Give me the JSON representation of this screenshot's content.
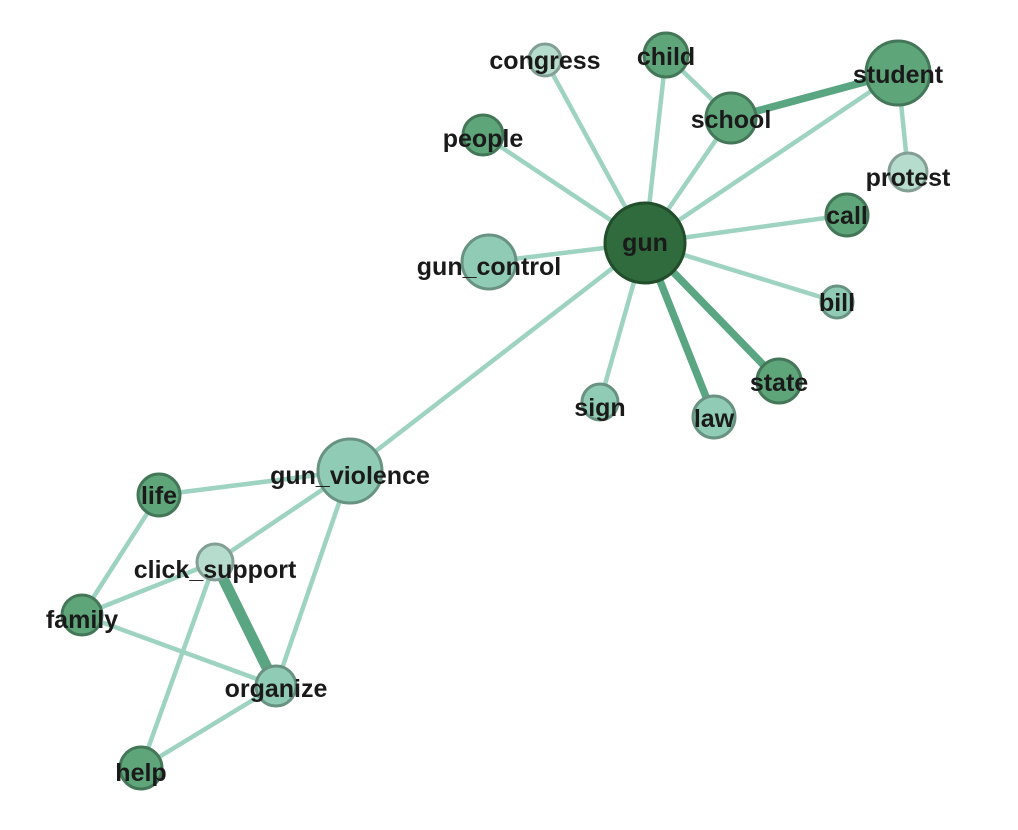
{
  "colors": {
    "background": "#ffffff",
    "edge": "#9fd3c1",
    "edge_strong": "#5aa582",
    "node_dark": "#2f6b3c",
    "node_mid": "#5fa57a",
    "node_light": "#90cbb5",
    "node_pale": "#b6dccd",
    "label": "#1a1a1a"
  },
  "nodes": [
    {
      "id": "gun",
      "label": "gun",
      "shade": "node_dark"
    },
    {
      "id": "student",
      "label": "student",
      "shade": "node_mid"
    },
    {
      "id": "school",
      "label": "school",
      "shade": "node_mid"
    },
    {
      "id": "child",
      "label": "child",
      "shade": "node_mid"
    },
    {
      "id": "congress",
      "label": "congress",
      "shade": "node_pale"
    },
    {
      "id": "people",
      "label": "people",
      "shade": "node_mid"
    },
    {
      "id": "protest",
      "label": "protest",
      "shade": "node_pale"
    },
    {
      "id": "call",
      "label": "call",
      "shade": "node_mid"
    },
    {
      "id": "bill",
      "label": "bill",
      "shade": "node_light"
    },
    {
      "id": "gun_control",
      "label": "gun_control",
      "shade": "node_light"
    },
    {
      "id": "state",
      "label": "state",
      "shade": "node_mid"
    },
    {
      "id": "law",
      "label": "law",
      "shade": "node_light"
    },
    {
      "id": "sign",
      "label": "sign",
      "shade": "node_light"
    },
    {
      "id": "gun_violence",
      "label": "gun_violence",
      "shade": "node_light"
    },
    {
      "id": "life",
      "label": "life",
      "shade": "node_mid"
    },
    {
      "id": "click_support",
      "label": "click_support",
      "shade": "node_pale"
    },
    {
      "id": "family",
      "label": "family",
      "shade": "node_mid"
    },
    {
      "id": "organize",
      "label": "organize",
      "shade": "node_light"
    },
    {
      "id": "help",
      "label": "help",
      "shade": "node_mid"
    }
  ],
  "edges": [
    {
      "source": "gun",
      "target": "congress",
      "weight": 1
    },
    {
      "source": "gun",
      "target": "child",
      "weight": 1
    },
    {
      "source": "gun",
      "target": "school",
      "weight": 1
    },
    {
      "source": "gun",
      "target": "student",
      "weight": 1
    },
    {
      "source": "gun",
      "target": "people",
      "weight": 1
    },
    {
      "source": "gun",
      "target": "call",
      "weight": 1
    },
    {
      "source": "gun",
      "target": "bill",
      "weight": 1
    },
    {
      "source": "gun",
      "target": "gun_control",
      "weight": 1
    },
    {
      "source": "gun",
      "target": "state",
      "weight": 2
    },
    {
      "source": "gun",
      "target": "law",
      "weight": 2
    },
    {
      "source": "gun",
      "target": "sign",
      "weight": 1
    },
    {
      "source": "gun",
      "target": "gun_violence",
      "weight": 1
    },
    {
      "source": "school",
      "target": "student",
      "weight": 2
    },
    {
      "source": "school",
      "target": "child",
      "weight": 1
    },
    {
      "source": "student",
      "target": "protest",
      "weight": 1
    },
    {
      "source": "gun_violence",
      "target": "life",
      "weight": 1
    },
    {
      "source": "gun_violence",
      "target": "click_support",
      "weight": 1
    },
    {
      "source": "gun_violence",
      "target": "organize",
      "weight": 1
    },
    {
      "source": "life",
      "target": "family",
      "weight": 1
    },
    {
      "source": "click_support",
      "target": "family",
      "weight": 1
    },
    {
      "source": "click_support",
      "target": "organize",
      "weight": 3
    },
    {
      "source": "click_support",
      "target": "help",
      "weight": 1
    },
    {
      "source": "family",
      "target": "organize",
      "weight": 1
    },
    {
      "source": "organize",
      "target": "help",
      "weight": 1
    }
  ]
}
